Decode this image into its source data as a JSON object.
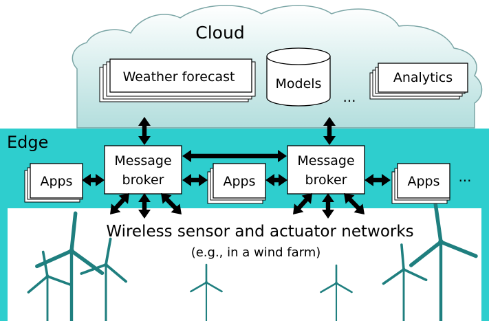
{
  "cloud": {
    "title": "Cloud",
    "services": {
      "weather": "Weather forecast",
      "models": "Models",
      "analytics": "Analytics",
      "more": "..."
    }
  },
  "edge": {
    "title": "Edge",
    "broker_left": {
      "line1": "Message",
      "line2": "broker"
    },
    "broker_right": {
      "line1": "Message",
      "line2": "broker"
    },
    "apps": [
      "Apps",
      "Apps",
      "Apps"
    ],
    "more": "..."
  },
  "network": {
    "title": "Wireless sensor and actuator networks",
    "subtitle": "(e.g., in a wind farm)"
  },
  "colors": {
    "edge_fill": "#2ecece",
    "cloud_gradient_top": "#ffffff",
    "cloud_gradient_bottom": "#b3dedd",
    "turbine": "#1f7f7f"
  }
}
